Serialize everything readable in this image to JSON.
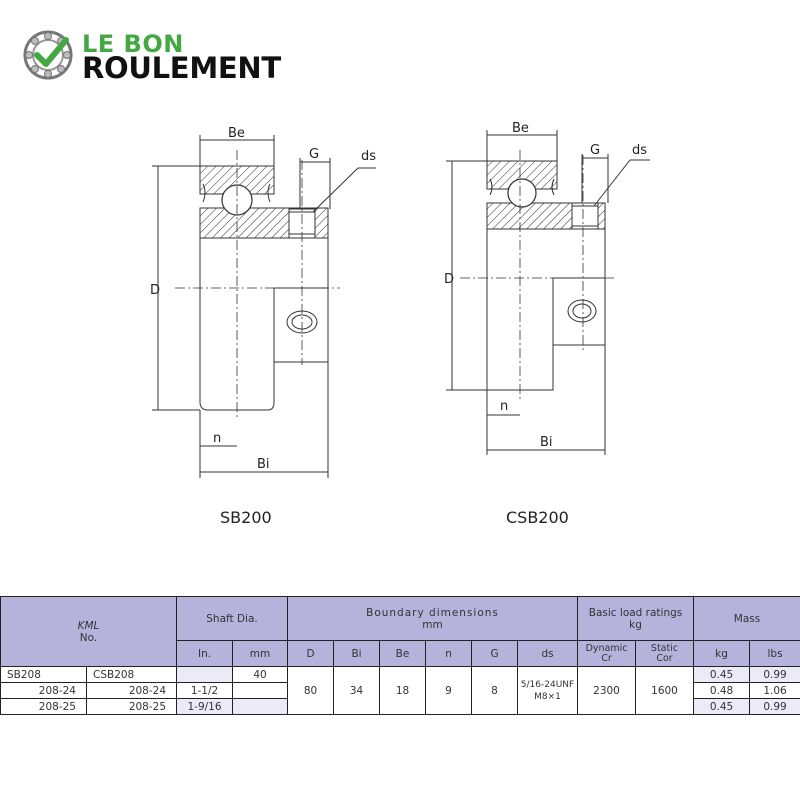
{
  "brand": {
    "line1": "LE BON",
    "line2": "ROULEMENT"
  },
  "drawings": {
    "left_caption": "SB200",
    "right_caption": "CSB200",
    "labels": {
      "be": "Be",
      "g": "G",
      "ds": "ds",
      "d": "D",
      "n": "n",
      "bi": "Bi"
    },
    "colors": {
      "hatch": "#333333",
      "brand_green": "#43a843",
      "header_fill": "#b7b2dc"
    }
  },
  "table": {
    "brand_label": "KML",
    "no_label": "No.",
    "shaft_label": "Shaft Dia.",
    "boundary_label": "Boundary dimensions",
    "boundary_unit": "mm",
    "load_label": "Basic load ratings",
    "load_unit": "kg",
    "mass_label": "Mass",
    "sub": {
      "in": "In.",
      "mm": "mm",
      "D": "D",
      "Bi": "Bi",
      "Be": "Be",
      "n": "n",
      "G": "G",
      "ds": "ds",
      "dynamic": "Dynamic",
      "cr": "Cr",
      "static": "Static",
      "cor": "Cor",
      "kg": "kg",
      "lbs": "lbs"
    },
    "rows": [
      {
        "sb": "SB208",
        "csb": "CSB208",
        "in": "",
        "mm": "40",
        "kg": "0.45",
        "lbs": "0.99"
      },
      {
        "sb": "208-24",
        "csb": "208-24",
        "in": "1-1/2",
        "mm": "",
        "kg": "0.48",
        "lbs": "1.06"
      },
      {
        "sb": "208-25",
        "csb": "208-25",
        "in": "1-9/16",
        "mm": "",
        "kg": "0.45",
        "lbs": "0.99"
      }
    ],
    "shared": {
      "D": "80",
      "Bi": "34",
      "Be": "18",
      "n": "9",
      "G": "8",
      "ds_line1": "5/16-24UNF",
      "ds_line2": "M8×1",
      "cr": "2300",
      "cor": "1600"
    }
  }
}
